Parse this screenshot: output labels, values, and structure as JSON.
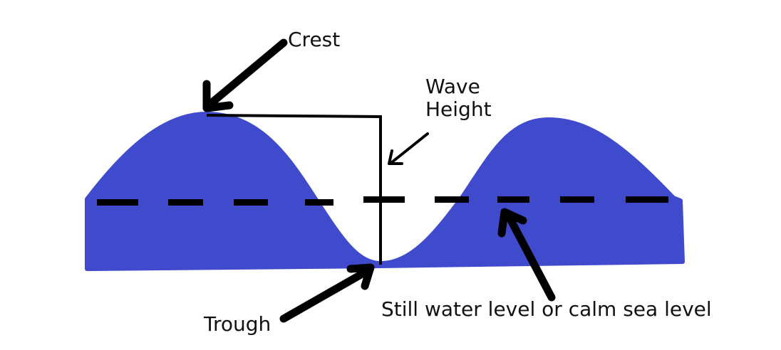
{
  "diagram": {
    "title": "Wave anatomy",
    "colors": {
      "water": "#3f4bcc",
      "ink": "#000000",
      "background": "#ffffff"
    },
    "labels": {
      "crest": "Crest",
      "wave_height_line1": "Wave",
      "wave_height_line2": "Height",
      "trough": "Trough",
      "still_water": "Still water level or calm sea level"
    },
    "elements": [
      {
        "name": "water-body",
        "description": "Two-crest sine wave filled blue"
      },
      {
        "name": "still-water-level",
        "description": "Dashed horizontal line at mid-height"
      },
      {
        "name": "wave-height-bracket",
        "description": "Line from crest top across to vertical drop to trough"
      },
      {
        "name": "crest-arrow",
        "points_to": "crest"
      },
      {
        "name": "trough-arrow",
        "points_to": "trough"
      },
      {
        "name": "wave-height-arrow",
        "points_to": "wave-height-bracket"
      },
      {
        "name": "still-water-arrow",
        "points_to": "still-water-level"
      }
    ]
  }
}
